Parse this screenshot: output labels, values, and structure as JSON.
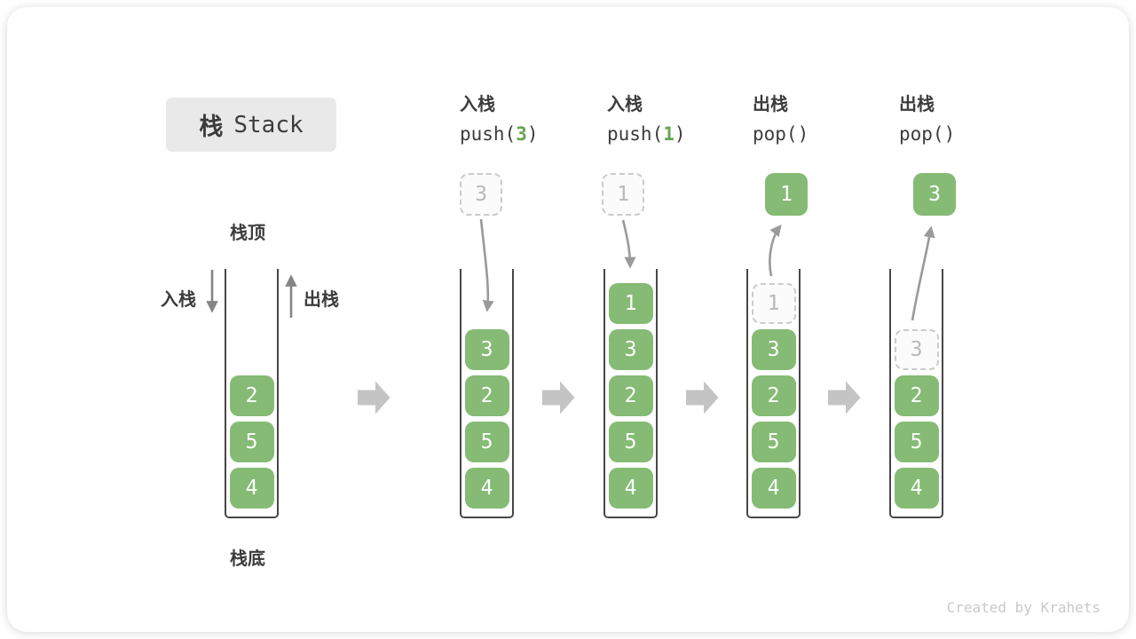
{
  "title": {
    "cjk": "栈",
    "en": "Stack"
  },
  "labels": {
    "stack_top": "栈顶",
    "stack_bottom": "栈底",
    "push_side": "入栈",
    "pop_side": "出栈"
  },
  "operations": [
    {
      "name": "入栈",
      "code_prefix": "push(",
      "code_arg": "3",
      "code_suffix": ")"
    },
    {
      "name": "入栈",
      "code_prefix": "push(",
      "code_arg": "1",
      "code_suffix": ")"
    },
    {
      "name": "出栈",
      "code_prefix": "pop(",
      "code_arg": "",
      "code_suffix": ")"
    },
    {
      "name": "出栈",
      "code_prefix": "pop(",
      "code_arg": "",
      "code_suffix": ")"
    }
  ],
  "floating": {
    "push3": "3",
    "push1": "1",
    "pop1": "1",
    "pop3": "3"
  },
  "stacks": [
    {
      "cells": [
        {
          "v": "2"
        },
        {
          "v": "5"
        },
        {
          "v": "4"
        }
      ]
    },
    {
      "cells": [
        {
          "v": "3"
        },
        {
          "v": "2"
        },
        {
          "v": "5"
        },
        {
          "v": "4"
        }
      ]
    },
    {
      "cells": [
        {
          "v": "1"
        },
        {
          "v": "3"
        },
        {
          "v": "2"
        },
        {
          "v": "5"
        },
        {
          "v": "4"
        }
      ]
    },
    {
      "cells": [
        {
          "v": "1",
          "ghost": true
        },
        {
          "v": "3"
        },
        {
          "v": "2"
        },
        {
          "v": "5"
        },
        {
          "v": "4"
        }
      ]
    },
    {
      "cells": [
        {
          "v": "3",
          "ghost": true
        },
        {
          "v": "2"
        },
        {
          "v": "5"
        },
        {
          "v": "4"
        }
      ]
    }
  ],
  "watermark": "Created by Krahets",
  "colors": {
    "green_box": "#85bb74",
    "green_code_arg": "#67a453",
    "text": "#3c3c3c"
  }
}
